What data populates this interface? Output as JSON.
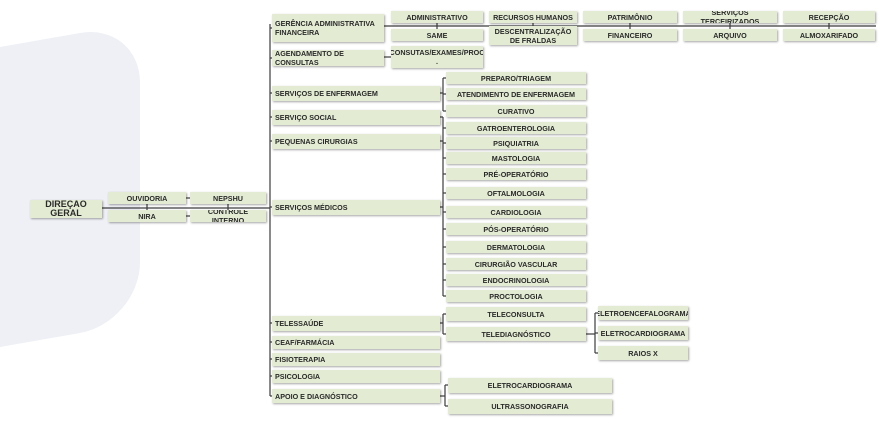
{
  "colors": {
    "box_fill": "#e3ecd3",
    "line": "#3c3c3c",
    "text": "#2a2a2a"
  },
  "org": {
    "root": "DIREÇÃO GERAL",
    "advisory": [
      "OUVIDORIA",
      "NEPSHU",
      "NIRA",
      "CONTROLE INTERNO"
    ],
    "departments": {
      "gerencia": "GERÊNCIA ADMINISTRATIVA FINANCEIRA",
      "agendamento": "AGENDAMENTO DE CONSULTAS",
      "enfermagem": "SERVIÇOS DE ENFERMAGEM",
      "servico_social": "SERVIÇO SOCIAL",
      "pequenas_cirurgias": "PEQUENAS CIRURGIAS",
      "servicos_medicos": "SERVIÇOS MÉDICOS",
      "telessaude": "TELESSAÚDE",
      "ceaf": "CEAF/FARMÁCIA",
      "fisioterapia": "FISIOTERAPIA",
      "psicologia": "PSICOLOGIA",
      "apoio": "APOIO E DIAGNÓSTICO"
    },
    "gerencia_units": [
      "ADMINISTRATIVO",
      "RECURSOS HUMANOS",
      "PATRIMÔNIO",
      "SERVIÇOS TERCEIRIZADOS",
      "RECEPÇÃO",
      "SAME",
      "DESCENTRALIZAÇÃO DE FRALDAS",
      "FINANCEIRO",
      "ARQUIVO",
      "ALMOXARIFADO"
    ],
    "agendamento_units": [
      "CONSUTAS/EXAMES/PROC ."
    ],
    "enfermagem_units": [
      "PREPARO/TRIAGEM",
      "ATENDIMENTO DE ENFERMAGEM",
      "CURATIVO"
    ],
    "especialidades": [
      "GATROENTEROLOGIA",
      "PSIQUIATRIA",
      "MASTOLOGIA",
      "PRÉ-OPERATÓRIO",
      "OFTALMOLOGIA",
      "CARDIOLOGIA",
      "PÓS-OPERATÓRIO",
      "DERMATOLOGIA",
      "CIRURGIÃO VASCULAR",
      "ENDOCRINOLOGIA",
      "PROCTOLOGIA"
    ],
    "telessaude_units": [
      "TELECONSULTA",
      "TELEDIAGNÓSTICO"
    ],
    "telediagnostico_units": [
      "ELETROENCEFALOGRAMA",
      "ELETROCARDIOGRAMA",
      "RAIOS X"
    ],
    "apoio_units": [
      "ELETROCARDIOGRAMA",
      "ULTRASSONOGRAFIA"
    ]
  }
}
